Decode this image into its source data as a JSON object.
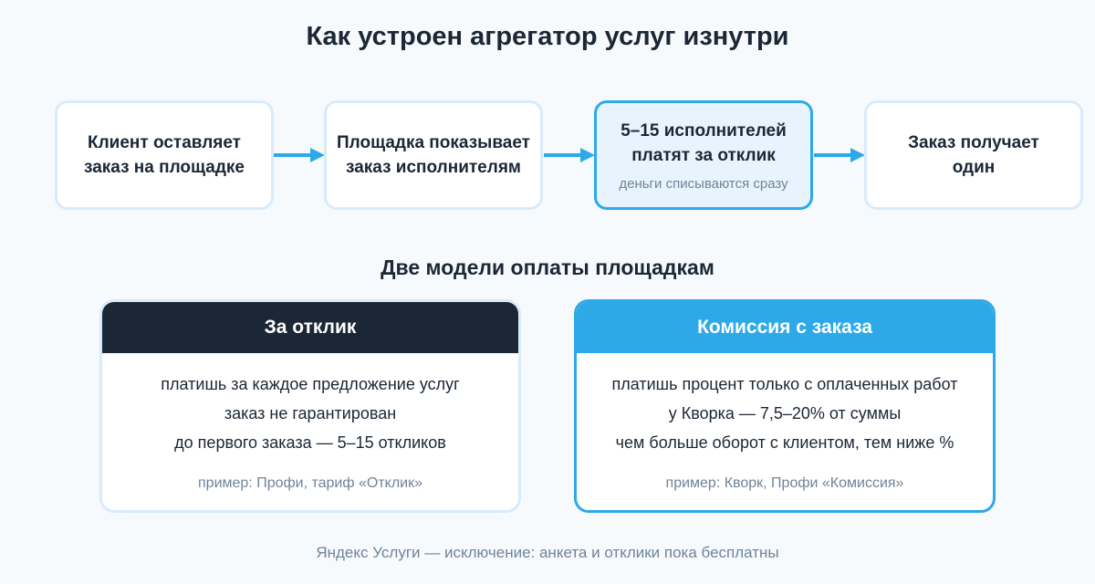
{
  "title": "Как устроен агрегатор услуг изнутри",
  "flow": {
    "steps": [
      {
        "label_lines": [
          "Клиент оставляет",
          "заказ на площадке"
        ]
      },
      {
        "label_lines": [
          "Площадка показывает",
          "заказ исполнителям"
        ]
      },
      {
        "label_lines": [
          "5–15 исполнителей",
          "платят за отклик"
        ],
        "note": "деньги списываются сразу"
      },
      {
        "label_lines": [
          "Заказ получает",
          "один"
        ]
      }
    ]
  },
  "models_title": "Две модели оплаты площадкам",
  "models": [
    {
      "header": "За отклик",
      "lines": [
        "платишь за каждое предложение услуг",
        "заказ не гарантирован",
        "до первого заказа — 5–15 откликов"
      ],
      "example": "пример: Профи, тариф «Отклик»"
    },
    {
      "header": "Комиссия с заказа",
      "lines": [
        "платишь процент только с оплаченных работ",
        "у Кворка — 7,5–20% от суммы",
        "чем больше оборот с клиентом, тем ниже %"
      ],
      "example": "пример: Кворк, Профи «Комиссия»"
    }
  ],
  "footer": "Яндекс Услуги — исключение: анкета и отклики пока бесплатны",
  "colors": {
    "dark_header": "#1b2735",
    "accent": "#2ea9e8",
    "arrow": "#2ea9e8",
    "muted_text": "#6f8499",
    "card_border": "#d9ebfb",
    "highlight_bg": "#e7f4fd"
  }
}
